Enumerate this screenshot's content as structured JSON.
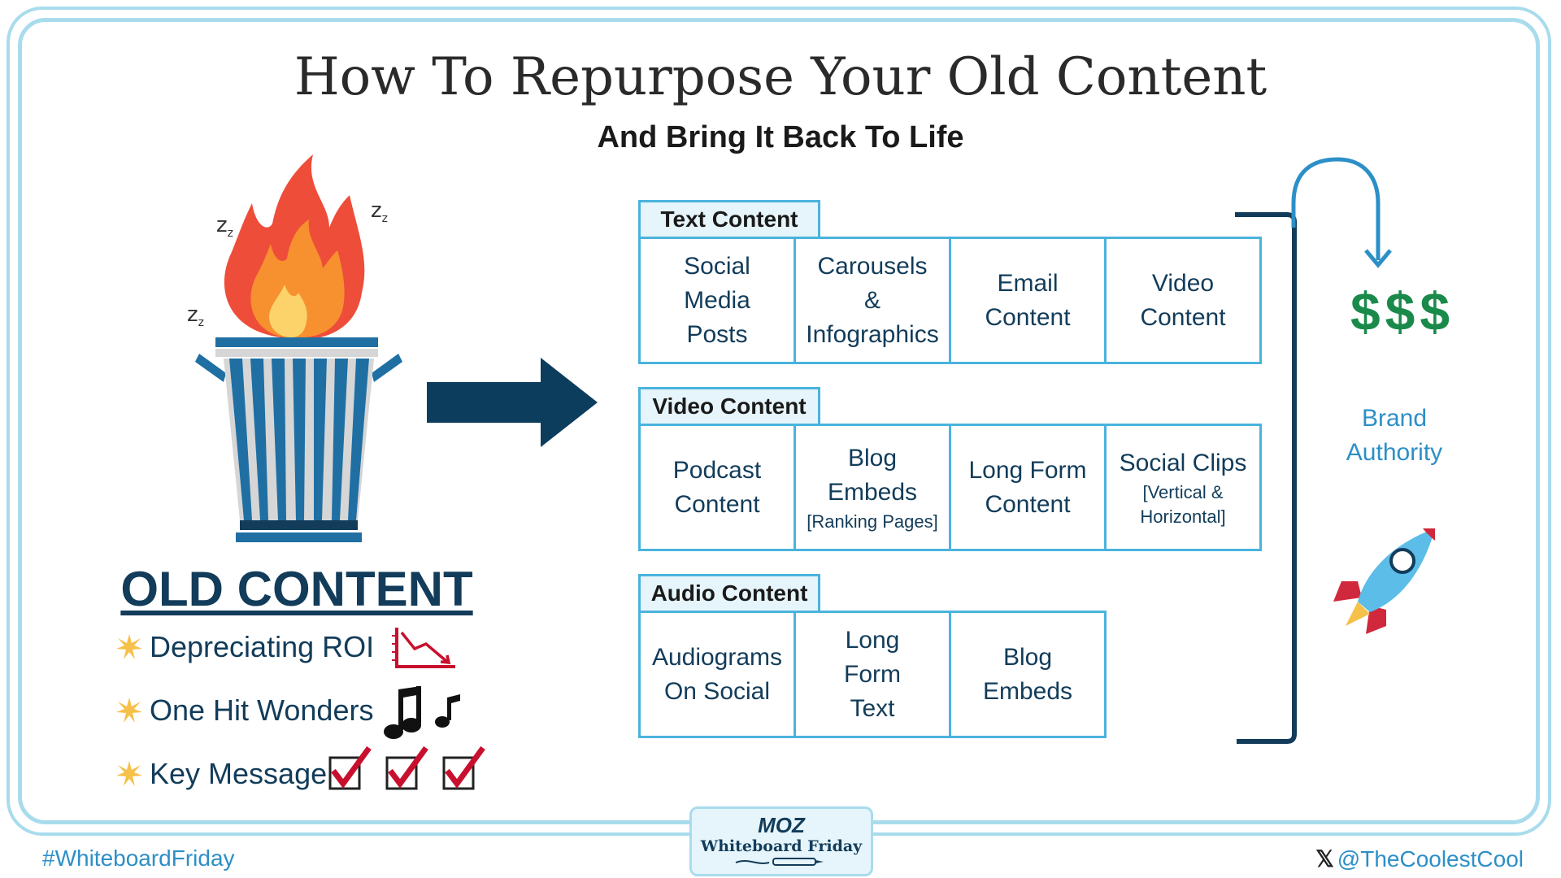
{
  "title": "How To Repurpose Your Old Content",
  "subtitle": "And Bring It Back To Life",
  "zzz": "z",
  "old": {
    "heading": "OLD CONTENT",
    "bullets": [
      "Depreciating ROI",
      "One Hit Wonders",
      "Key Message"
    ]
  },
  "groups": [
    {
      "label": "Text Content",
      "items": [
        {
          "main": "Social\nMedia\nPosts",
          "note": ""
        },
        {
          "main": "Carousels\n&\nInfographics",
          "note": ""
        },
        {
          "main": "Email\nContent",
          "note": ""
        },
        {
          "main": "Video\nContent",
          "note": ""
        }
      ]
    },
    {
      "label": "Video Content",
      "items": [
        {
          "main": "Podcast\nContent",
          "note": ""
        },
        {
          "main": "Blog\nEmbeds",
          "note": "[Ranking Pages]"
        },
        {
          "main": "Long Form\nContent",
          "note": ""
        },
        {
          "main": "Social Clips",
          "note": "[Vertical &\nHorizontal]"
        }
      ]
    },
    {
      "label": "Audio Content",
      "items": [
        {
          "main": "Audiograms\nOn Social",
          "note": ""
        },
        {
          "main": "Long\nForm\nText",
          "note": ""
        },
        {
          "main": "Blog\nEmbeds",
          "note": ""
        }
      ]
    }
  ],
  "result": {
    "dollars": "$$$",
    "brand": "Brand\nAuthority"
  },
  "footer": {
    "hashtag": "#WhiteboardFriday",
    "x_mark": "𝕏",
    "handle": "@TheCoolestCool",
    "logo_moz": "MOZ",
    "logo_wbf": "Whiteboard Friday"
  },
  "colors": {
    "accent_blue": "#4ab3dd",
    "navy": "#123c5a",
    "arrow": "#0d3d5c",
    "money_green": "#1a8a4a",
    "check_red": "#c8102e"
  },
  "icons": [
    "fire-icon",
    "trash-can-icon",
    "arrow-right-icon",
    "chart-down-icon",
    "music-notes-icon",
    "checkbox-icon",
    "rocket-icon",
    "curved-arrow-icon",
    "bracket-icon"
  ]
}
